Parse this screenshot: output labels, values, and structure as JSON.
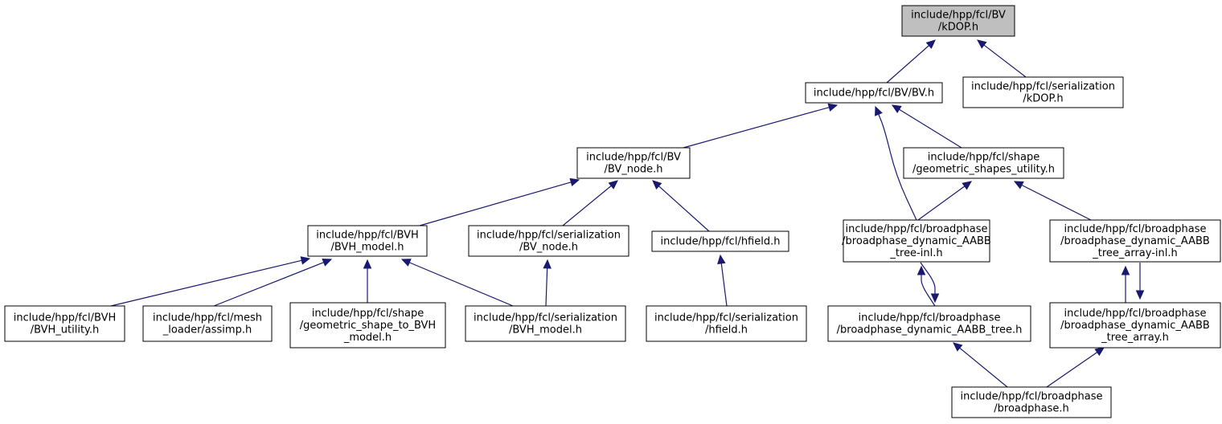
{
  "graph": {
    "nodes": [
      {
        "id": "kdop",
        "lines": [
          "include/hpp/fcl/BV",
          "/kDOP.h"
        ],
        "focus": true
      },
      {
        "id": "bv",
        "lines": [
          "include/hpp/fcl/BV/BV.h"
        ]
      },
      {
        "id": "ser_kdop",
        "lines": [
          "include/hpp/fcl/serialization",
          "/kDOP.h"
        ]
      },
      {
        "id": "bvnode",
        "lines": [
          "include/hpp/fcl/BV",
          "/BV_node.h"
        ]
      },
      {
        "id": "geomutil",
        "lines": [
          "include/hpp/fcl/shape",
          "/geometric_shapes_utility.h"
        ]
      },
      {
        "id": "bvhmodel",
        "lines": [
          "include/hpp/fcl/BVH",
          "/BVH_model.h"
        ]
      },
      {
        "id": "ser_bvnode",
        "lines": [
          "include/hpp/fcl/serialization",
          "/BV_node.h"
        ]
      },
      {
        "id": "hfield",
        "lines": [
          "include/hpp/fcl/hfield.h"
        ]
      },
      {
        "id": "dyn_inl",
        "lines": [
          "include/hpp/fcl/broadphase",
          "/broadphase_dynamic_AABB",
          "_tree-inl.h"
        ]
      },
      {
        "id": "dynarr_inl",
        "lines": [
          "include/hpp/fcl/broadphase",
          "/broadphase_dynamic_AABB",
          "_tree_array-inl.h"
        ]
      },
      {
        "id": "bvhutil",
        "lines": [
          "include/hpp/fcl/BVH",
          "/BVH_utility.h"
        ]
      },
      {
        "id": "assimp",
        "lines": [
          "include/hpp/fcl/mesh",
          "_loader/assimp.h"
        ]
      },
      {
        "id": "geom2bvh",
        "lines": [
          "include/hpp/fcl/shape",
          "/geometric_shape_to_BVH",
          "_model.h"
        ]
      },
      {
        "id": "ser_bvhmodel",
        "lines": [
          "include/hpp/fcl/serialization",
          "/BVH_model.h"
        ]
      },
      {
        "id": "ser_hfield",
        "lines": [
          "include/hpp/fcl/serialization",
          "/hfield.h"
        ]
      },
      {
        "id": "dyn",
        "lines": [
          "include/hpp/fcl/broadphase",
          "/broadphase_dynamic_AABB_tree.h"
        ]
      },
      {
        "id": "dynarr",
        "lines": [
          "include/hpp/fcl/broadphase",
          "/broadphase_dynamic_AABB",
          "_tree_array.h"
        ]
      },
      {
        "id": "broadphase",
        "lines": [
          "include/hpp/fcl/broadphase",
          "/broadphase.h"
        ]
      }
    ],
    "edges": [
      {
        "from": "bv",
        "to": "kdop"
      },
      {
        "from": "ser_kdop",
        "to": "kdop"
      },
      {
        "from": "bvnode",
        "to": "bv"
      },
      {
        "from": "dyn_inl",
        "to": "bv"
      },
      {
        "from": "geomutil",
        "to": "bv"
      },
      {
        "from": "bvhmodel",
        "to": "bvnode"
      },
      {
        "from": "ser_bvnode",
        "to": "bvnode"
      },
      {
        "from": "hfield",
        "to": "bvnode"
      },
      {
        "from": "dyn_inl",
        "to": "geomutil"
      },
      {
        "from": "dynarr_inl",
        "to": "geomutil"
      },
      {
        "from": "bvhutil",
        "to": "bvhmodel"
      },
      {
        "from": "assimp",
        "to": "bvhmodel"
      },
      {
        "from": "geom2bvh",
        "to": "bvhmodel"
      },
      {
        "from": "ser_bvhmodel",
        "to": "bvhmodel"
      },
      {
        "from": "ser_bvhmodel",
        "to": "ser_bvnode"
      },
      {
        "from": "ser_hfield",
        "to": "hfield"
      },
      {
        "from": "dyn",
        "to": "dyn_inl"
      },
      {
        "from": "dyn_inl",
        "to": "dyn"
      },
      {
        "from": "dynarr",
        "to": "dynarr_inl"
      },
      {
        "from": "dynarr_inl",
        "to": "dynarr"
      },
      {
        "from": "broadphase",
        "to": "dyn"
      },
      {
        "from": "broadphase",
        "to": "dynarr"
      }
    ]
  }
}
